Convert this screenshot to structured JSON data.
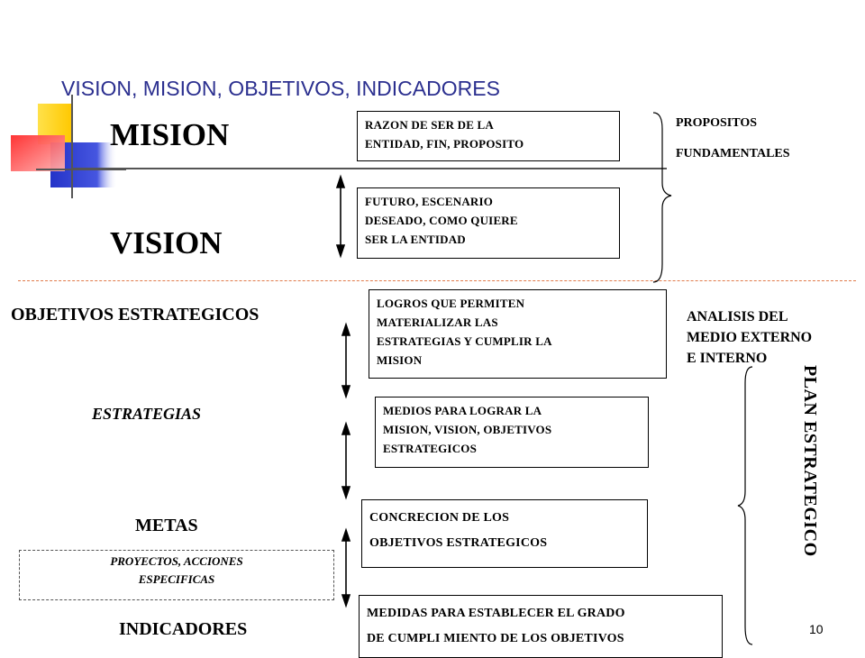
{
  "title": "VISION, MISION, OBJETIVOS, INDICADORES",
  "mision_label": "MISION",
  "vision_label": "VISION",
  "objetivos_label": "OBJETIVOS ESTRATEGICOS",
  "estrategias_label": "ESTRATEGIAS",
  "metas_label": "METAS",
  "indicadores_label": "INDICADORES",
  "proyectos_label": [
    "PROYECTOS, ACCIONES",
    "ESPECIFICAS"
  ],
  "boxes": {
    "mision": [
      "RAZON DE SER DE LA",
      "ENTIDAD, FIN, PROPOSITO"
    ],
    "vision": [
      "FUTURO, ESCENARIO",
      "DESEADO, COMO QUIERE",
      "SER LA ENTIDAD"
    ],
    "objetivos": [
      "LOGROS QUE PERMITEN",
      "MATERIALIZAR LAS",
      "ESTRATEGIAS Y CUMPLIR LA",
      "MISION"
    ],
    "estrategias": [
      "MEDIOS PARA LOGRAR LA",
      "MISION, VISION, OBJETIVOS",
      "ESTRATEGICOS"
    ],
    "metas": [
      "CONCRECION   DE LOS",
      "OBJETIVOS ESTRATEGICOS"
    ],
    "indicadores": [
      "MEDIDAS PARA ESTABLECER EL GRADO",
      "DE CUMPLI MIENTO DE LOS OBJETIVOS"
    ]
  },
  "propositos": [
    "PROPOSITOS",
    "FUNDAMENTALES"
  ],
  "analisis": [
    "ANALISIS  DEL",
    "MEDIO EXTERNO",
    "E INTERNO"
  ],
  "plan_estrategico": "PLAN ESTRATEGICO",
  "page_number": "10",
  "colors": {
    "title": "#2b2f8f",
    "dash": "#e07a4a",
    "deco_yellow": "#ffd200",
    "deco_blue": "#2b3bd0",
    "deco_red": "#ff4040"
  }
}
